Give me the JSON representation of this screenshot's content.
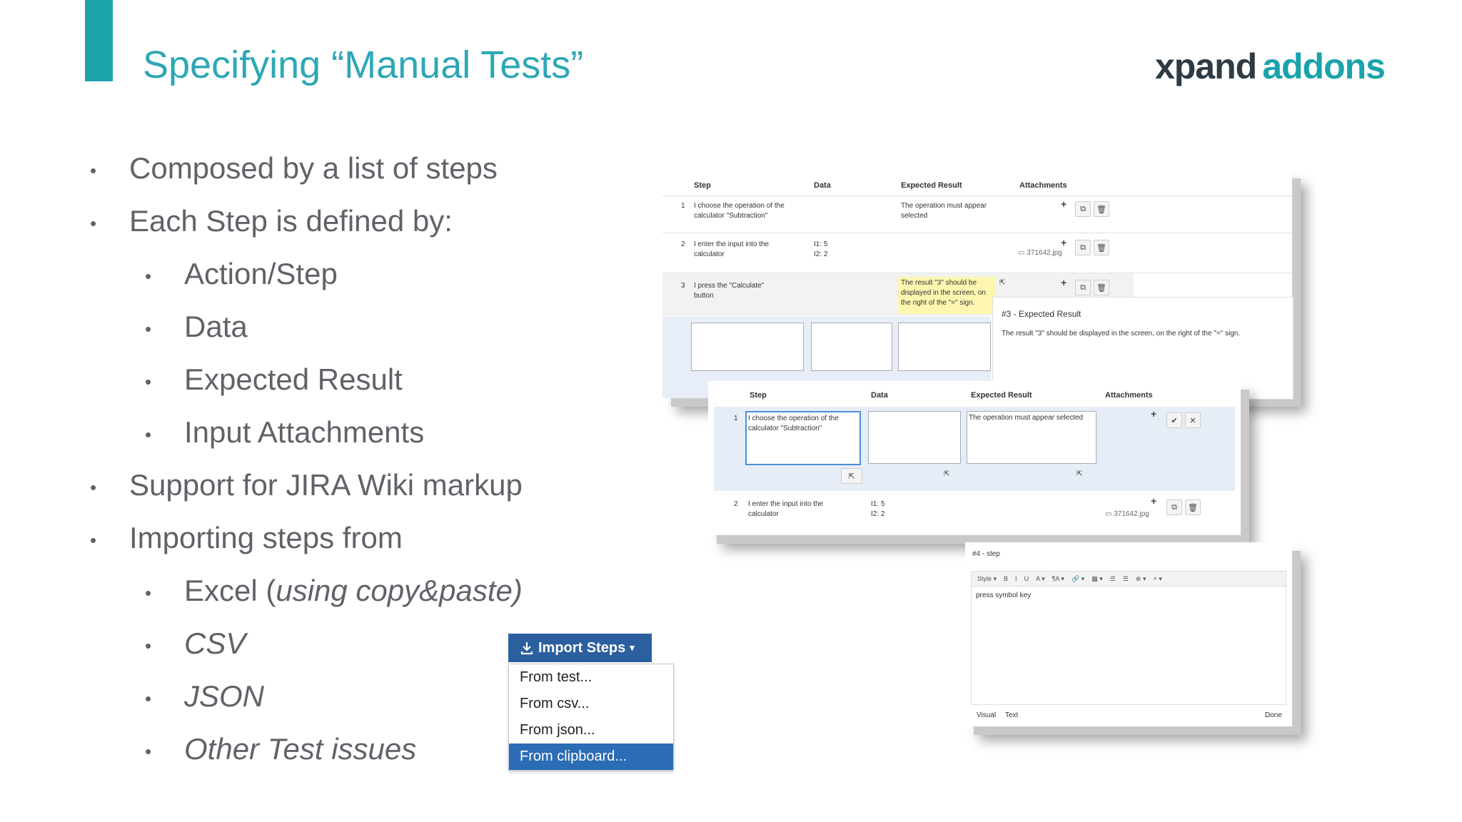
{
  "slide": {
    "title": "Specifying “Manual Tests”",
    "logo_part1": "xpand",
    "logo_part2": "addons",
    "accent_color": "#1ba3ac"
  },
  "bullets": [
    {
      "text": "Composed by a list of steps",
      "level": 1
    },
    {
      "text": "Each Step is defined by:",
      "level": 1
    },
    {
      "text": "Action/Step",
      "level": 2
    },
    {
      "text": "Data",
      "level": 2
    },
    {
      "text": "Expected Result",
      "level": 2
    },
    {
      "text": "Input Attachments",
      "level": 2
    },
    {
      "text": "Support for JIRA Wiki markup",
      "level": 1
    },
    {
      "text": "Importing steps from",
      "level": 1
    },
    {
      "text": "Excel (",
      "italic": "using copy&paste)",
      "level": 2
    },
    {
      "text": "CSV",
      "level": 2
    },
    {
      "text": "JSON",
      "level": 2
    },
    {
      "text": "Other Test issues",
      "level": 2
    }
  ],
  "import_menu": {
    "button_label": "Import Steps",
    "items": [
      "From test...",
      "From csv...",
      "From json...",
      "From clipboard..."
    ],
    "selected": "From clipboard..."
  },
  "panel1": {
    "headers": [
      "Step",
      "Data",
      "Expected Result",
      "Attachments"
    ],
    "rows": [
      {
        "num": "1",
        "step": "I choose the operation of the calculator \"Subtraction\"",
        "data": "",
        "expected": "The operation must appear selected",
        "attachment": ""
      },
      {
        "num": "2",
        "step": "I enter the input into the calculator",
        "data": "I1: 5\nI2: 2",
        "expected": "",
        "attachment": "371642.jpg"
      },
      {
        "num": "3",
        "step": "I press the \"Calculate\" button",
        "data": "",
        "expected": "The result \"3\" should be displayed in the screen, on the right of the \"=\" sign.",
        "attachment": ""
      }
    ],
    "tooltip_title": "#3 - Expected Result",
    "tooltip_text": "The result \"3\" should be displayed in the screen, on the right of the \"=\" sign."
  },
  "panel2": {
    "headers": [
      "Step",
      "Data",
      "Expected Result",
      "Attachments"
    ],
    "rows": [
      {
        "num": "1",
        "step": "I choose the operation of the calculator \"Subtraction\"",
        "data": "",
        "expected": "The operation must appear selected"
      },
      {
        "num": "2",
        "step": "I enter the input into the calculator",
        "data": "I1: 5\nI2: 2",
        "attachment": "371642.jpg"
      }
    ]
  },
  "panel3": {
    "title": "#4 - step",
    "toolbar": [
      "Style ▾",
      "B",
      "I",
      "U",
      "A ▾",
      "¶A ▾",
      "🔗 ▾",
      "▦ ▾",
      "☰",
      "☰",
      "⊕ ▾",
      "+ ▾"
    ],
    "content": "press symbol key",
    "tab_visual": "Visual",
    "tab_text": "Text",
    "done_label": "Done"
  }
}
